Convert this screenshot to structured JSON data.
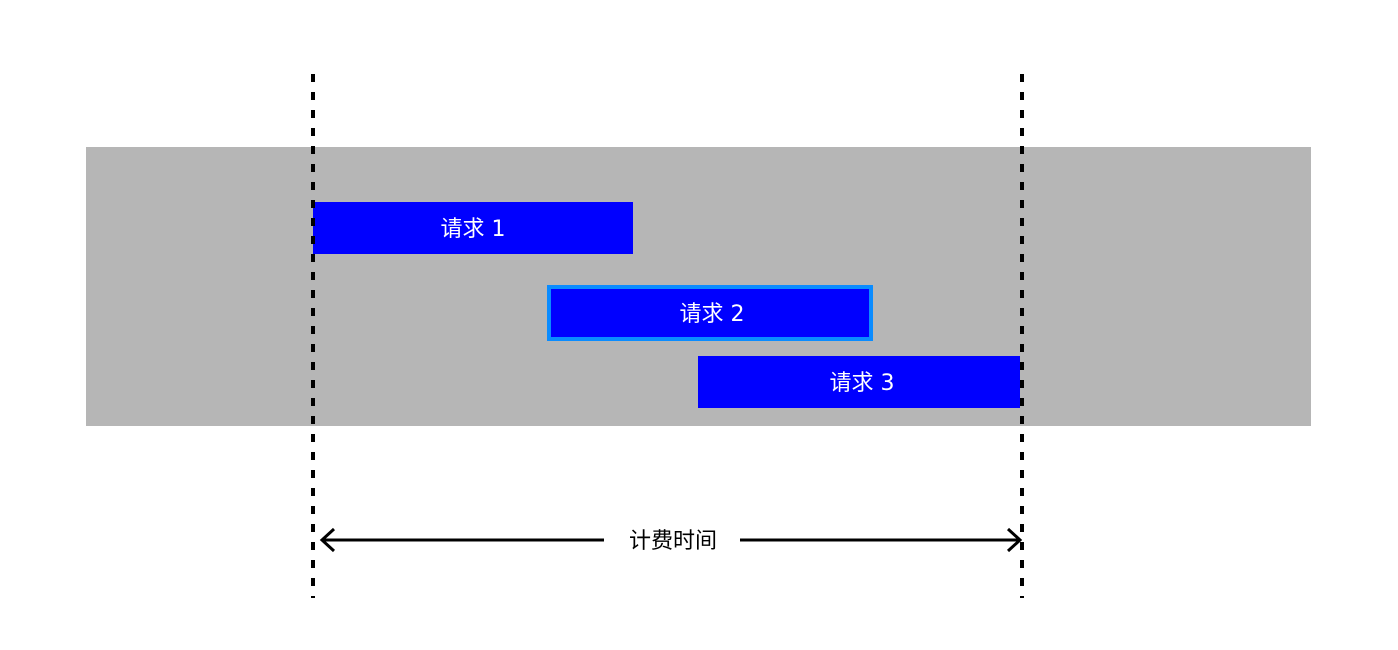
{
  "colors": {
    "background": "#ffffff",
    "band": "#b6b6b6",
    "bar": "#0000ff",
    "highlight_border": "#0a8cff",
    "bar_text": "#ffffff",
    "line": "#000000"
  },
  "requests": [
    {
      "label": "请求 1",
      "highlighted": false
    },
    {
      "label": "请求 2",
      "highlighted": true
    },
    {
      "label": "请求 3",
      "highlighted": false
    }
  ],
  "billing_label": "计费时间"
}
